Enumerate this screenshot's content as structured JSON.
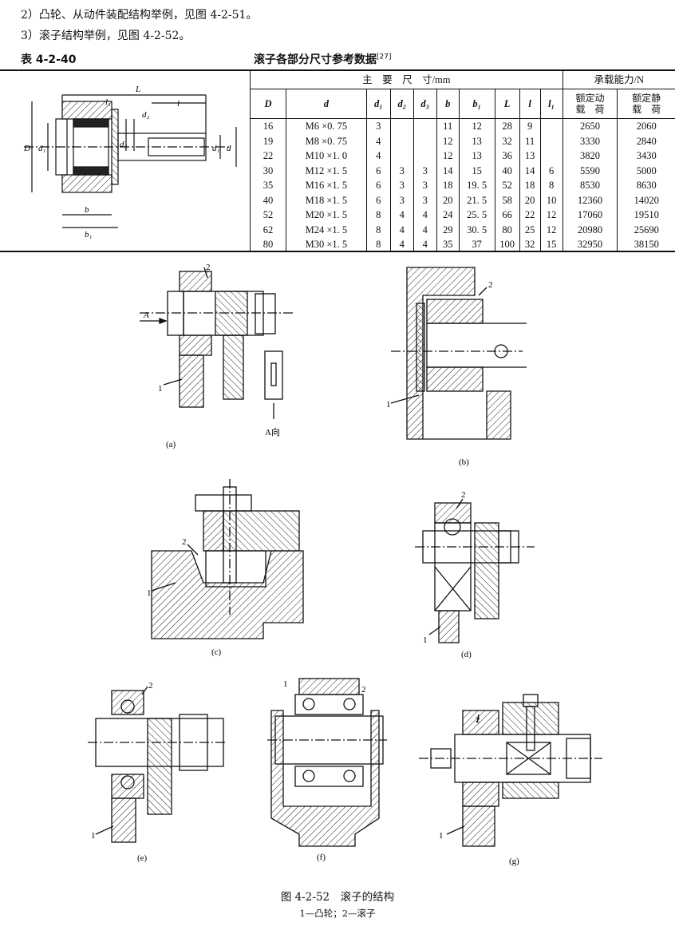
{
  "paragraphs": [
    "2）凸轮、从动件装配结构举例，见图 4-2-51。",
    "3）滚子结构举例，见图 4-2-52。"
  ],
  "table": {
    "number": "表 4-2-40",
    "title": "滚子各部分尺寸参考数据",
    "ref": "[27]",
    "group_main": "主　要　尺　寸/mm",
    "group_load": "承载能力/N",
    "columns": [
      "D",
      "d",
      "d₁",
      "d₂",
      "d₃",
      "b",
      "b₁",
      "L",
      "l",
      "l₁",
      "额定动 载　荷",
      "额定静 载　荷"
    ],
    "rows": [
      [
        "16",
        "M6 ×0. 75",
        "3",
        "",
        "",
        "11",
        "12",
        "28",
        "9",
        "",
        "2650",
        "2060"
      ],
      [
        "19",
        "M8 ×0. 75",
        "4",
        "",
        "",
        "12",
        "13",
        "32",
        "11",
        "",
        "3330",
        "2840"
      ],
      [
        "22",
        "M10 ×1. 0",
        "4",
        "",
        "",
        "12",
        "13",
        "36",
        "13",
        "",
        "3820",
        "3430"
      ],
      [
        "30",
        "M12 ×1. 5",
        "6",
        "3",
        "3",
        "14",
        "15",
        "40",
        "14",
        "6",
        "5590",
        "5000"
      ],
      [
        "35",
        "M16 ×1. 5",
        "6",
        "3",
        "3",
        "18",
        "19. 5",
        "52",
        "18",
        "8",
        "8530",
        "8630"
      ],
      [
        "40",
        "M18 ×1. 5",
        "6",
        "3",
        "3",
        "20",
        "21. 5",
        "58",
        "20",
        "10",
        "12360",
        "14020"
      ],
      [
        "52",
        "M20 ×1. 5",
        "8",
        "4",
        "4",
        "24",
        "25. 5",
        "66",
        "22",
        "12",
        "17060",
        "19510"
      ],
      [
        "62",
        "M24 ×1. 5",
        "8",
        "4",
        "4",
        "29",
        "30. 5",
        "80",
        "25",
        "12",
        "20980",
        "25690"
      ],
      [
        "80",
        "M30 ×1. 5",
        "8",
        "4",
        "4",
        "35",
        "37",
        "100",
        "32",
        "15",
        "32950",
        "38150"
      ]
    ],
    "drawing_labels": {
      "L": "L",
      "l": "l",
      "l1": "l₁",
      "d2": "d₂",
      "d3": "d₃",
      "D": "D",
      "d1": "d₁",
      "d": "d",
      "b": "b",
      "b1": "b₁"
    }
  },
  "figures": {
    "a": {
      "label": "(a)",
      "view": "A",
      "view_dir": "A向",
      "part1": "1",
      "part2": "2"
    },
    "b": {
      "label": "(b)",
      "part1": "1",
      "part2": "2"
    },
    "c": {
      "label": "(c)",
      "part1": "1",
      "part2": "2"
    },
    "d": {
      "label": "(d)",
      "part1": "1",
      "part2": "2"
    },
    "e": {
      "label": "(e)",
      "part1": "1",
      "part2": "2"
    },
    "f": {
      "label": "(f)",
      "part1": "1",
      "part2": "2"
    },
    "g": {
      "label": "(g)",
      "part1": "1",
      "part2": "2"
    }
  },
  "caption": {
    "title": "图 4-2-52　滚子的结构",
    "legend": "1—凸轮；2—滚子"
  }
}
